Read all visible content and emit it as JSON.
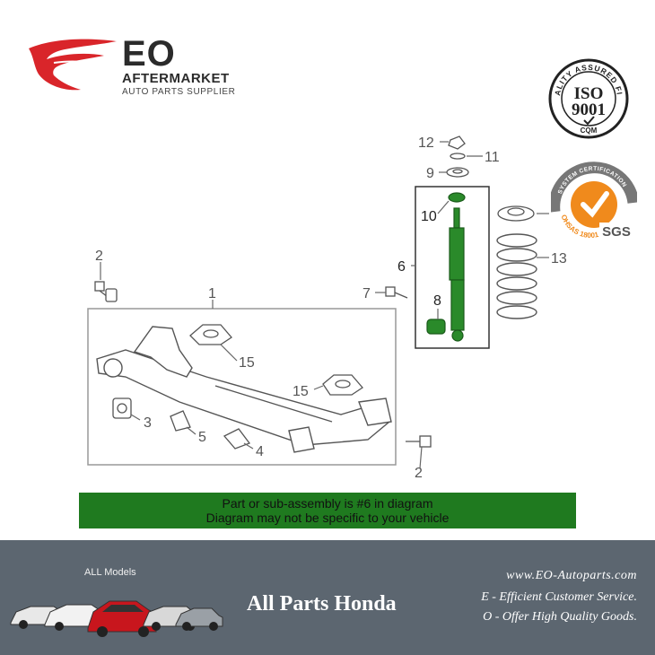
{
  "brand": {
    "name": "EO",
    "line1": "AFTERMARKET",
    "line2": "AUTO PARTS SUPPLIER",
    "red": "#d9252a"
  },
  "badges": {
    "iso_ring": "QUALITY ASSURED FIRM",
    "iso_main": "ISO",
    "iso_num": "9001",
    "iso_sub": "CQM",
    "sgs_ring": "SYSTEM CERTIFICATION",
    "sgs_arc": "OHSAS 18001",
    "sgs_main": "SGS",
    "orange": "#f08a1c"
  },
  "diagram": {
    "callouts": [
      "1",
      "2",
      "2",
      "3",
      "4",
      "5",
      "6",
      "7",
      "8",
      "9",
      "10",
      "11",
      "12",
      "13",
      "15",
      "15"
    ],
    "highlight": "#2a8a2a"
  },
  "notice": {
    "line1": "Part or sub-assembly is #6 in diagram",
    "line2": "Diagram may not be specific to your vehicle",
    "bg": "#1f7a1f"
  },
  "footer": {
    "all_models": "ALL Models",
    "title": "All Parts Honda",
    "site": "www.EO-Autoparts.com",
    "tagline1": "E - Efficient Customer Service.",
    "tagline2": "O - Offer High Quality Goods.",
    "bg": "#5c6670"
  }
}
